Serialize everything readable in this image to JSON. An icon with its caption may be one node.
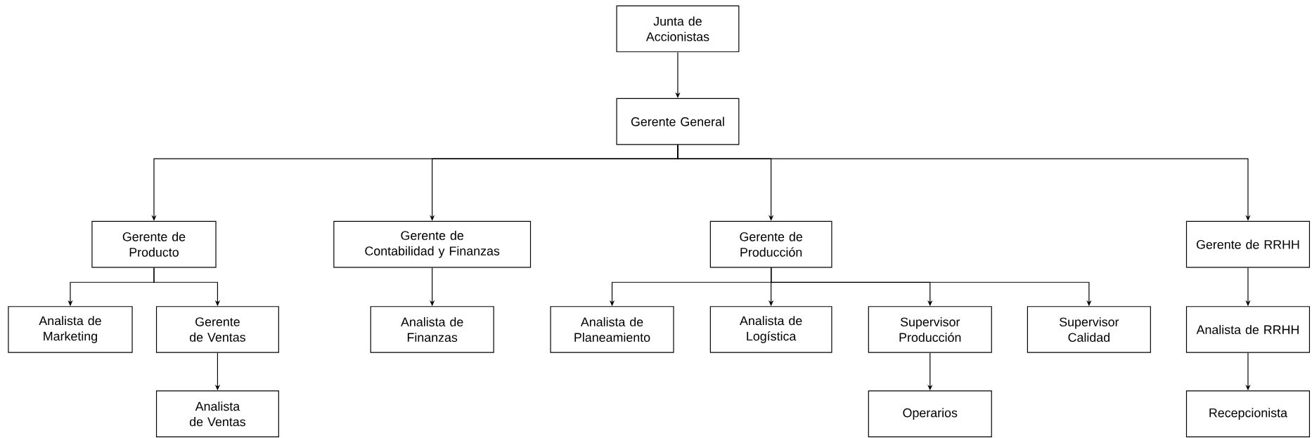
{
  "diagram": {
    "nodes": [
      {
        "text": [
          "Junta de Accionistas"
        ]
      },
      {
        "text": [
          "Gerente General"
        ]
      },
      {
        "text": [
          "Gerente de Producto"
        ]
      },
      {
        "text": [
          "Gerente de Contabilidad y Finanzas"
        ]
      },
      {
        "text": [
          "Gerente de Producción"
        ]
      },
      {
        "text": [
          "Gerente de RRHH"
        ]
      },
      {
        "text": [
          "Analista de Marketing"
        ]
      },
      {
        "text": [
          "Gerente de Ventas"
        ]
      },
      {
        "text": [
          "Analista de Finanzas"
        ]
      },
      {
        "text": [
          "Analista de Planeamiento"
        ]
      },
      {
        "text": [
          "Analista de Logística"
        ]
      },
      {
        "text": [
          "Supervisor Producción"
        ]
      },
      {
        "text": [
          "Supervisor Calidad"
        ]
      },
      {
        "text": [
          "Analista de RRHH"
        ]
      },
      {
        "text": [
          "Analista de Ventas"
        ]
      },
      {
        "text": [
          "Operarios"
        ]
      },
      {
        "text": [
          "Recepcionista"
        ]
      }
    ],
    "edges": [
      {
        "from": 0,
        "to": 1,
        "arrow": "to"
      },
      {
        "from": 1,
        "to": 2,
        "arrow": "to"
      },
      {
        "from": 1,
        "to": 3,
        "arrow": "to"
      },
      {
        "from": 1,
        "to": 4,
        "arrow": "to"
      },
      {
        "from": 1,
        "to": 5,
        "arrow": "to"
      },
      {
        "from": 2,
        "to": 6,
        "arrow": "to"
      },
      {
        "from": 2,
        "to": 7,
        "arrow": "to"
      },
      {
        "from": 3,
        "to": 8,
        "arrow": "to"
      },
      {
        "from": 4,
        "to": 9,
        "arrow": "to"
      },
      {
        "from": 4,
        "to": 10,
        "arrow": "to"
      },
      {
        "from": 4,
        "to": 11,
        "arrow": "to"
      },
      {
        "from": 4,
        "to": 12,
        "arrow": "to"
      },
      {
        "from": 5,
        "to": 13,
        "arrow": "to"
      },
      {
        "from": 7,
        "to": 14,
        "arrow": "to"
      },
      {
        "from": 11,
        "to": 15,
        "arrow": "to"
      },
      {
        "from": 13,
        "to": 16,
        "arrow": "to"
      }
    ]
  }
}
